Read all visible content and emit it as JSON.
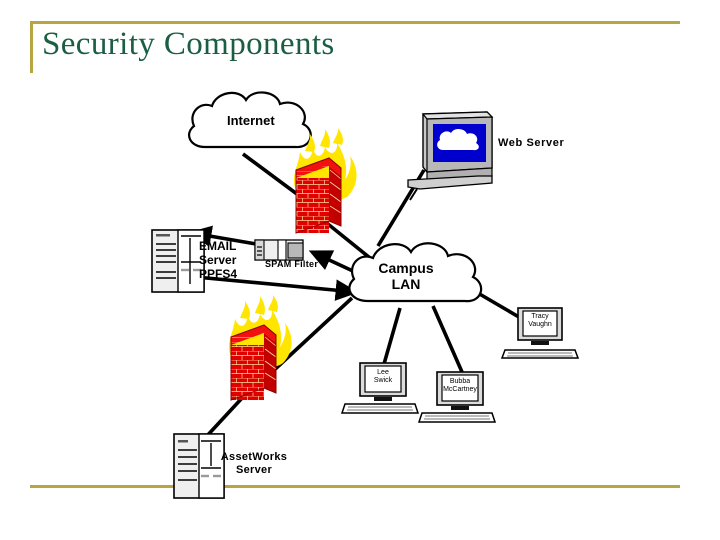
{
  "slide": {
    "title": "Security Components",
    "accent_color": "#B5A642",
    "title_color": "#1B5E44",
    "background": "#FFFFFF"
  },
  "diagram": {
    "type": "network-topology",
    "clouds": [
      {
        "id": "internet",
        "label": "Internet"
      },
      {
        "id": "campus-lan",
        "label": "Campus\nLAN"
      }
    ],
    "firewalls": [
      {
        "id": "firewall-internet",
        "icon": "firewall-icon"
      },
      {
        "id": "firewall-assetworks",
        "icon": "firewall-icon"
      }
    ],
    "servers": [
      {
        "id": "email-server",
        "label": "EMAIL\nServer\nPPFS4",
        "icon": "server-rack-icon"
      },
      {
        "id": "spam-filter",
        "label": "SPAM Filter",
        "icon": "appliance-icon"
      },
      {
        "id": "assetworks-server",
        "label": "AssetWorks\nServer",
        "icon": "server-rack-icon"
      }
    ],
    "workstations": [
      {
        "id": "web-server",
        "label": "Web Server",
        "icon": "monitor-cloud-icon"
      },
      {
        "id": "tracy-vaughn",
        "label": "Tracy\nVaughn",
        "icon": "desktop-pc-icon"
      },
      {
        "id": "lee-swick",
        "label": "Lee\nSwick",
        "icon": "desktop-pc-icon"
      },
      {
        "id": "bubba-mccartney",
        "label": "Bubba\nMcCartney",
        "icon": "desktop-pc-icon"
      }
    ],
    "colors": {
      "firewall_brick": "#E00000",
      "firewall_flame": "#FFE500",
      "monitor_screen": "#0000CC",
      "device_body": "#C0C0C0",
      "line": "#000000"
    }
  }
}
